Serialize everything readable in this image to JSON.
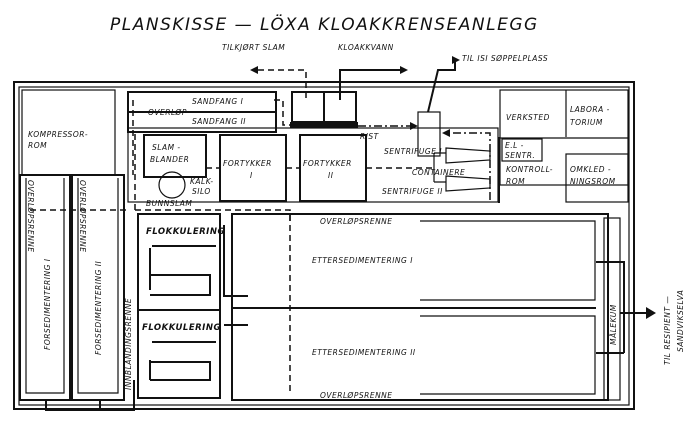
{
  "title": "PLANSKISSE — LÖXA  KLOAKKRENSEANLEGG",
  "inflows": {
    "tilkjort_slam": "TILKJØRT SLAM",
    "kloakkvann": "KLOAKKVANN",
    "soppelplass": "TIL ISI SØPPELPLASS"
  },
  "rooms": {
    "kompressor_1": "KOMPRESSOR-",
    "kompressor_2": "ROM",
    "sandfang_1": "SANDFANG I",
    "sandfang_2": "SANDFANG II",
    "overlop": "OVERLØP",
    "rist": "RIST",
    "containere": "CONTAINERE",
    "verksted": "VERKSTED",
    "laboratorium_1": "LABORA -",
    "laboratorium_2": "TORIUM",
    "el_sentr_1": "E.L -",
    "el_sentr_2": "SENTR.",
    "kontrollrom_1": "KONTROLL-",
    "kontrollrom_2": "ROM",
    "omkledningsrom_1": "OMKLED -",
    "omkledningsrom_2": "NINGSROM",
    "slamblander_1": "SLAM -",
    "slamblander_2": "BLANDER",
    "kalksilo_1": "KALK-",
    "kalksilo_2": "SILO",
    "bunnslam": "BUNNSLAM",
    "fortykker_1_a": "FORTYKKER",
    "fortykker_1_b": "I",
    "fortykker_2_a": "FORTYKKER",
    "fortykker_2_b": "II",
    "sentrifuge_1": "SENTRIFUGE I",
    "sentrifuge_2": "SENTRIFUGE II",
    "overlopsrenne": "OVERLØPSRENNE",
    "forsedimentering_1": "FORSEDIMENTERING  I",
    "forsedimentering_2": "FORSEDIMENTERING  II",
    "innblandingsrenne": "INNBLANDINGSRENNE",
    "flokkulering": "FLOKKULERING",
    "ettersedimentering_1": "ETTERSEDIMENTERING   I",
    "ettersedimentering_2": "ETTERSEDIMENTERING   II",
    "malekum": "MÅLEKUM",
    "resipient_1": "TIL  RESIPIENT —",
    "resipient_2": "SANDVIKSELVA"
  }
}
